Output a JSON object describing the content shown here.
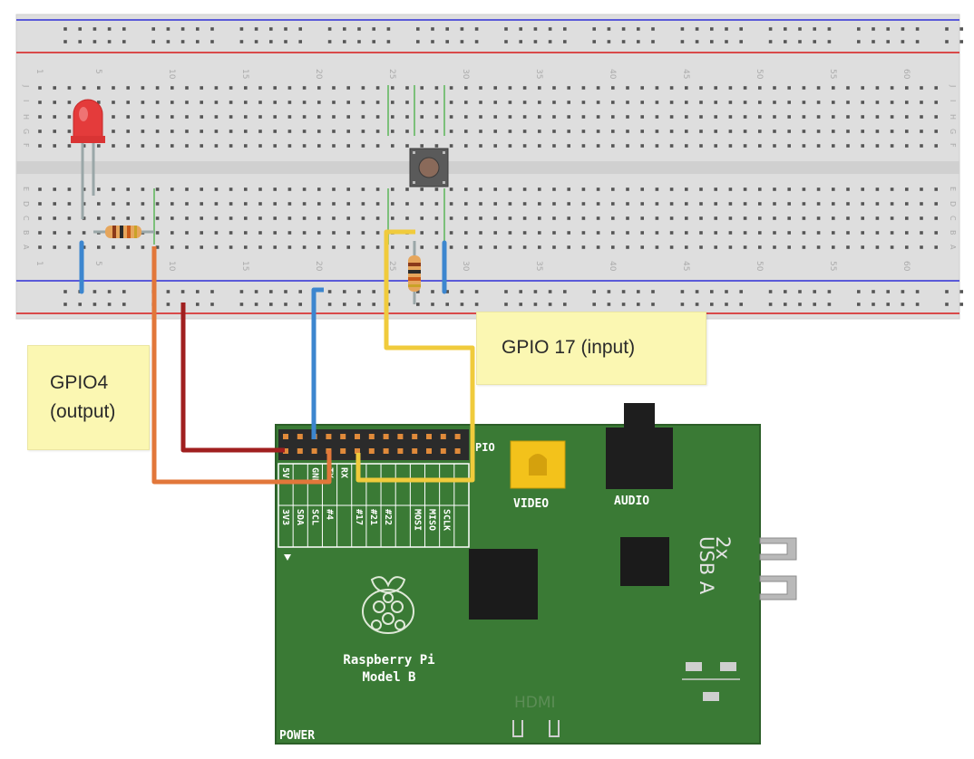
{
  "notes": {
    "gpio4_line1": "GPIO4",
    "gpio4_line2": "(output)",
    "gpio17": "GPIO 17 (input)"
  },
  "board": {
    "header_label": "PIO",
    "video_label": "VIDEO",
    "audio_label": "AUDIO",
    "usb_line1": "2x",
    "usb_line2": "USB A",
    "model_line1": "Raspberry Pi",
    "model_line2": "Model B",
    "hdmi_label": "HDMI",
    "power_label": "POWER",
    "pin_labels_top": [
      "5V",
      "",
      "GND",
      "TX",
      "RX",
      "",
      "",
      "",
      "",
      "",
      "",
      "",
      "",
      ""
    ],
    "pin_labels_bottom": [
      "3V3",
      "SDA",
      "SCL",
      "#4",
      "",
      "#17",
      "#21",
      "#22",
      "",
      "MOSI",
      "MISO",
      "SCLK",
      ""
    ]
  },
  "breadboard": {
    "column_numbers": [
      "1",
      "5",
      "10",
      "15",
      "20",
      "25",
      "30",
      "35",
      "40",
      "45",
      "50",
      "55",
      "60"
    ],
    "row_letters_top": [
      "J",
      "I",
      "H",
      "G",
      "F"
    ],
    "row_letters_bottom": [
      "E",
      "D",
      "C",
      "B",
      "A"
    ]
  },
  "colors": {
    "breadboard": "#dedede",
    "rail_red": "#d94a4a",
    "rail_blue": "#5a5ad8",
    "board_green": "#3a7a35",
    "wire_orange": "#e2773a",
    "wire_darkred": "#a01f1f",
    "wire_blue": "#3c86cf",
    "wire_yellow": "#f0cb3c",
    "led_red": "#e43b3b",
    "note_yellow": "#fbf7b2"
  }
}
